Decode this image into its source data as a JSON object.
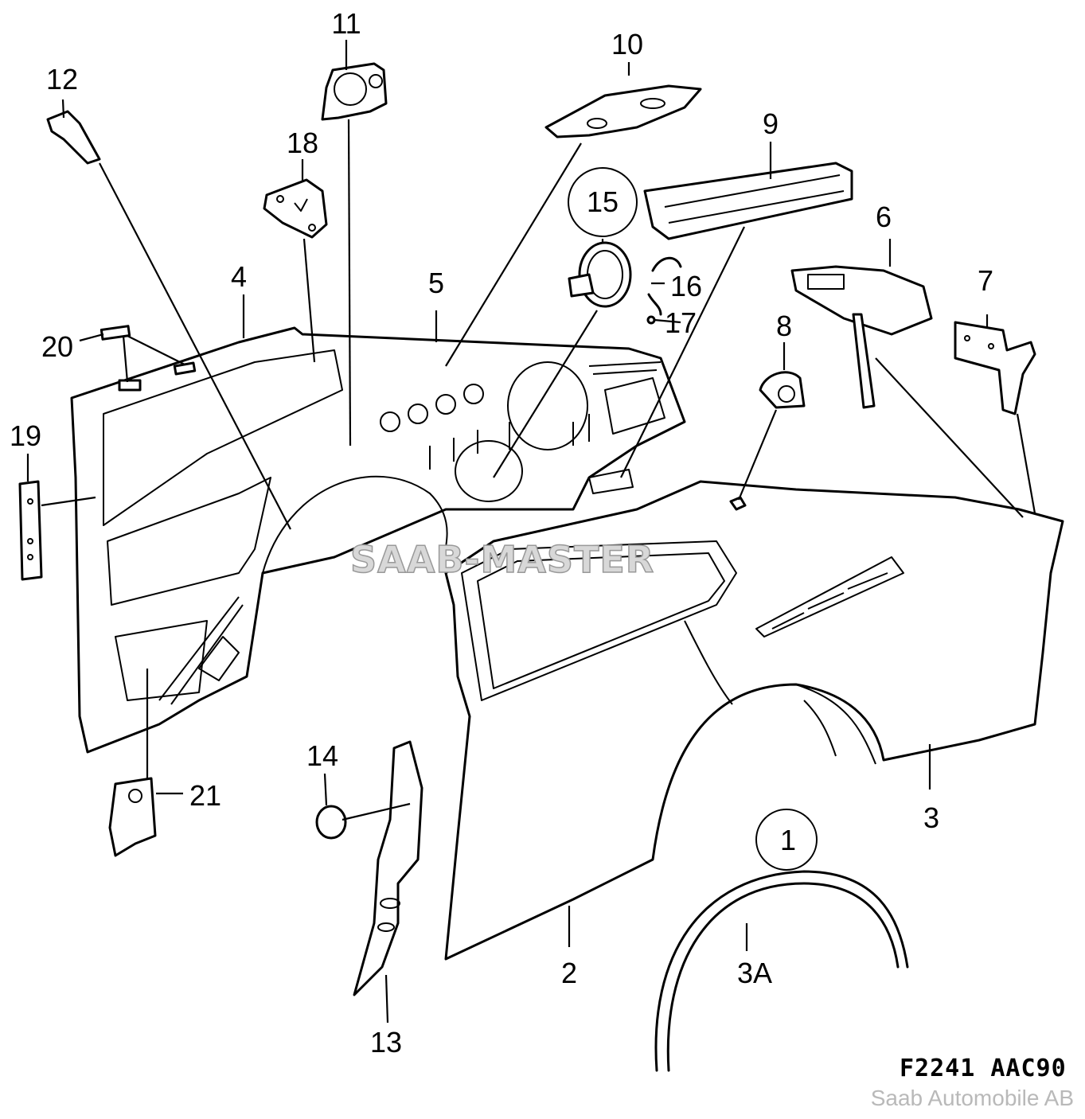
{
  "callouts": {
    "c1": "1",
    "c2": "2",
    "c3": "3",
    "c3a": "3A",
    "c4": "4",
    "c5": "5",
    "c6": "6",
    "c7": "7",
    "c8": "8",
    "c9": "9",
    "c10": "10",
    "c11": "11",
    "c12": "12",
    "c13": "13",
    "c14": "14",
    "c15": "15",
    "c16": "16",
    "c17": "17",
    "c18": "18",
    "c19": "19",
    "c20": "20",
    "c21": "21"
  },
  "drawing_code": "F2241  AAC90",
  "copyright": "Saab Automobile AB",
  "watermark": "SAAB-MASTER"
}
